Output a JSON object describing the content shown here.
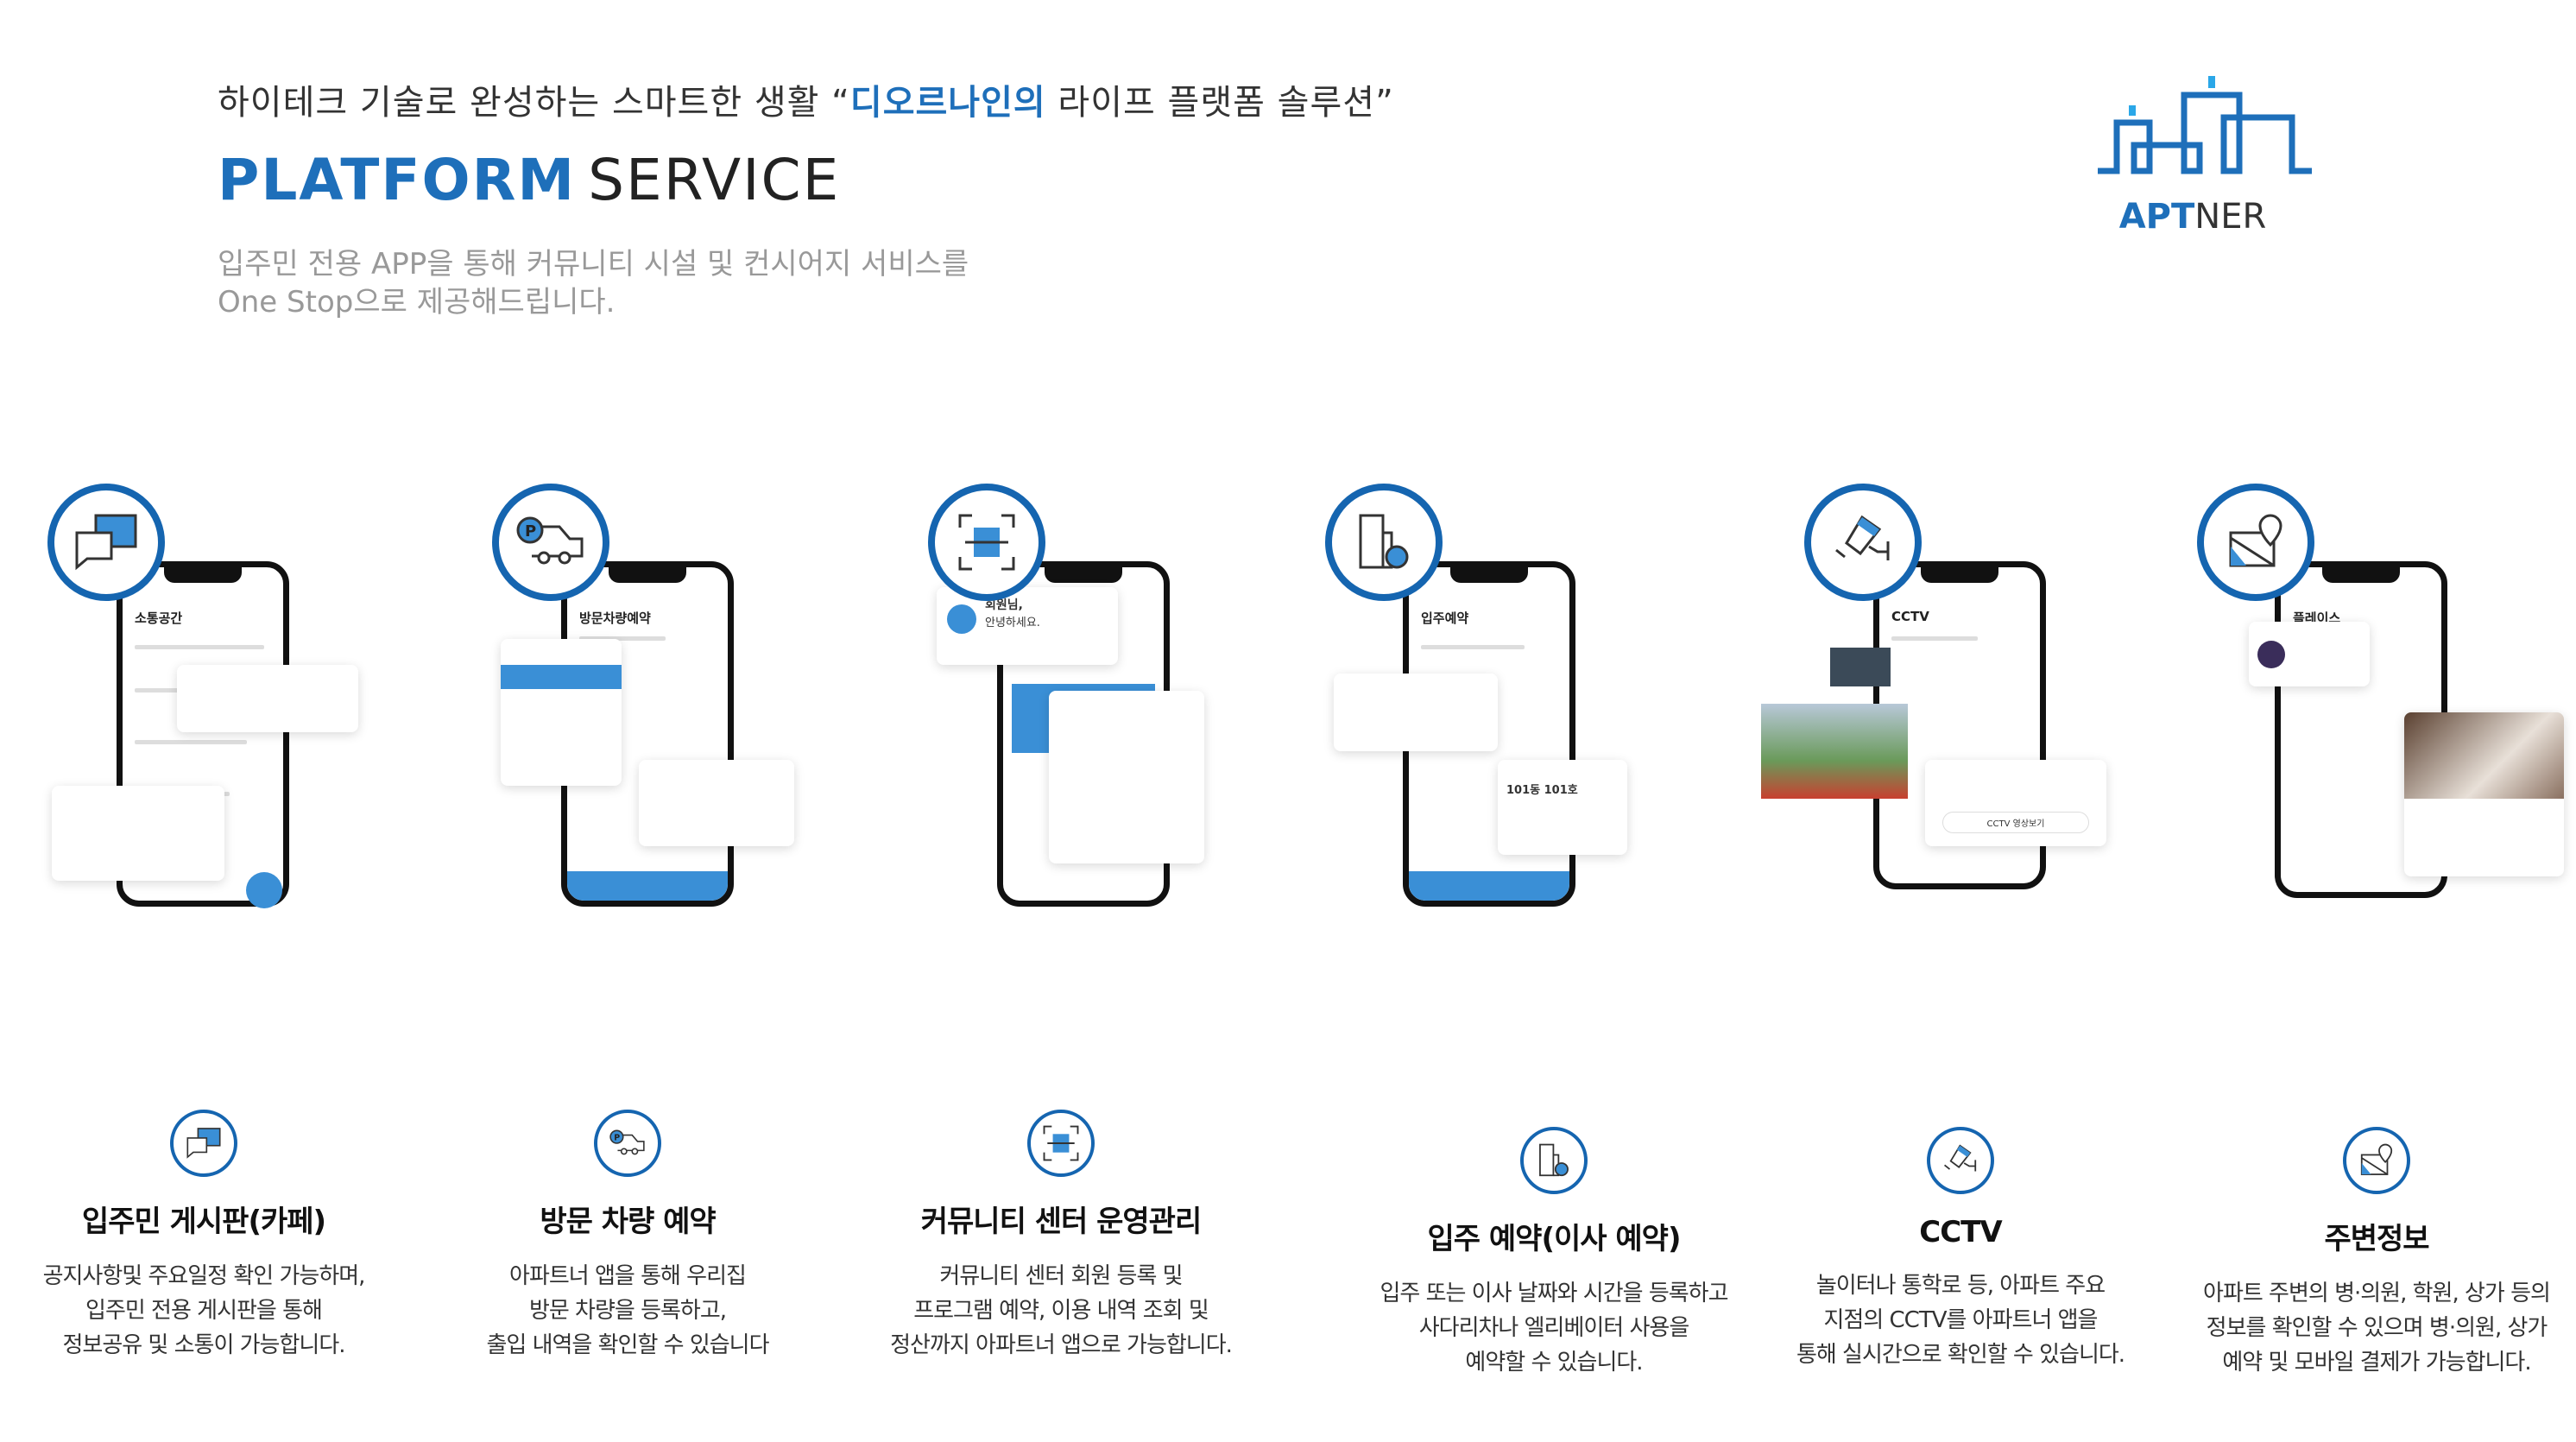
{
  "header": {
    "headline_pre": "하이테크 기술로 완성하는 스마트한 생활 “",
    "headline_highlight": "디오르나인의",
    "headline_post": " 라이프 플랫폼 솔루션”",
    "title_primary": "PLATFORM",
    "title_secondary": "SERVICE",
    "subtitle_line1": "입주민 전용 APP을 통해 커뮤니티 시설 및 컨시어지 서비스를",
    "subtitle_line2": "One Stop으로 제공해드립니다."
  },
  "logo": {
    "text_bold": "APT",
    "text_light": "NER"
  },
  "colors": {
    "brand": "#1565b0",
    "accent": "#3a8fd6"
  },
  "phones": [
    {
      "icon": "chat-bubbles-icon",
      "screen_title": "소통공간"
    },
    {
      "icon": "parking-car-icon",
      "screen_title": "방문차량예약"
    },
    {
      "icon": "scan-frame-icon",
      "screen_title": "회원님,",
      "screen_sub": "안녕하세요."
    },
    {
      "icon": "building-clock-icon",
      "screen_title": "입주예약",
      "card_text": "101동 101호"
    },
    {
      "icon": "cctv-camera-icon",
      "screen_title": "CCTV",
      "card_text": "CCTV 영상보기"
    },
    {
      "icon": "map-pin-icon",
      "screen_title": "플레이스"
    }
  ],
  "features": [
    {
      "title": "입주민 게시판(카페)",
      "desc": [
        "공지사항및 주요일정 확인 가능하며,",
        "입주민 전용 게시판을 통해",
        "정보공유 및 소통이 가능합니다."
      ]
    },
    {
      "title": "방문 차량 예약",
      "desc": [
        "아파트너 앱을 통해 우리집",
        "방문 차량을 등록하고,",
        "출입 내역을 확인할 수 있습니다"
      ]
    },
    {
      "title": "커뮤니티 센터 운영관리",
      "desc": [
        "커뮤니티 센터 회원 등록 및",
        "프로그램 예약, 이용 내역 조회 및",
        "정산까지 아파트너 앱으로 가능합니다."
      ]
    },
    {
      "title": "입주 예약(이사 예약)",
      "desc": [
        "입주 또는 이사 날짜와 시간을 등록하고",
        "사다리차나 엘리베이터 사용을",
        "예약할 수 있습니다."
      ]
    },
    {
      "title": "CCTV",
      "desc": [
        "놀이터나 통학로 등, 아파트 주요",
        "지점의 CCTV를 아파트너 앱을",
        "통해 실시간으로 확인할 수 있습니다."
      ]
    },
    {
      "title": "주변정보",
      "desc": [
        "아파트 주변의 병·의원, 학원, 상가 등의",
        "정보를 확인할 수 있으며 병·의원, 상가",
        "예약 및 모바일 결제가 가능합니다."
      ]
    }
  ]
}
